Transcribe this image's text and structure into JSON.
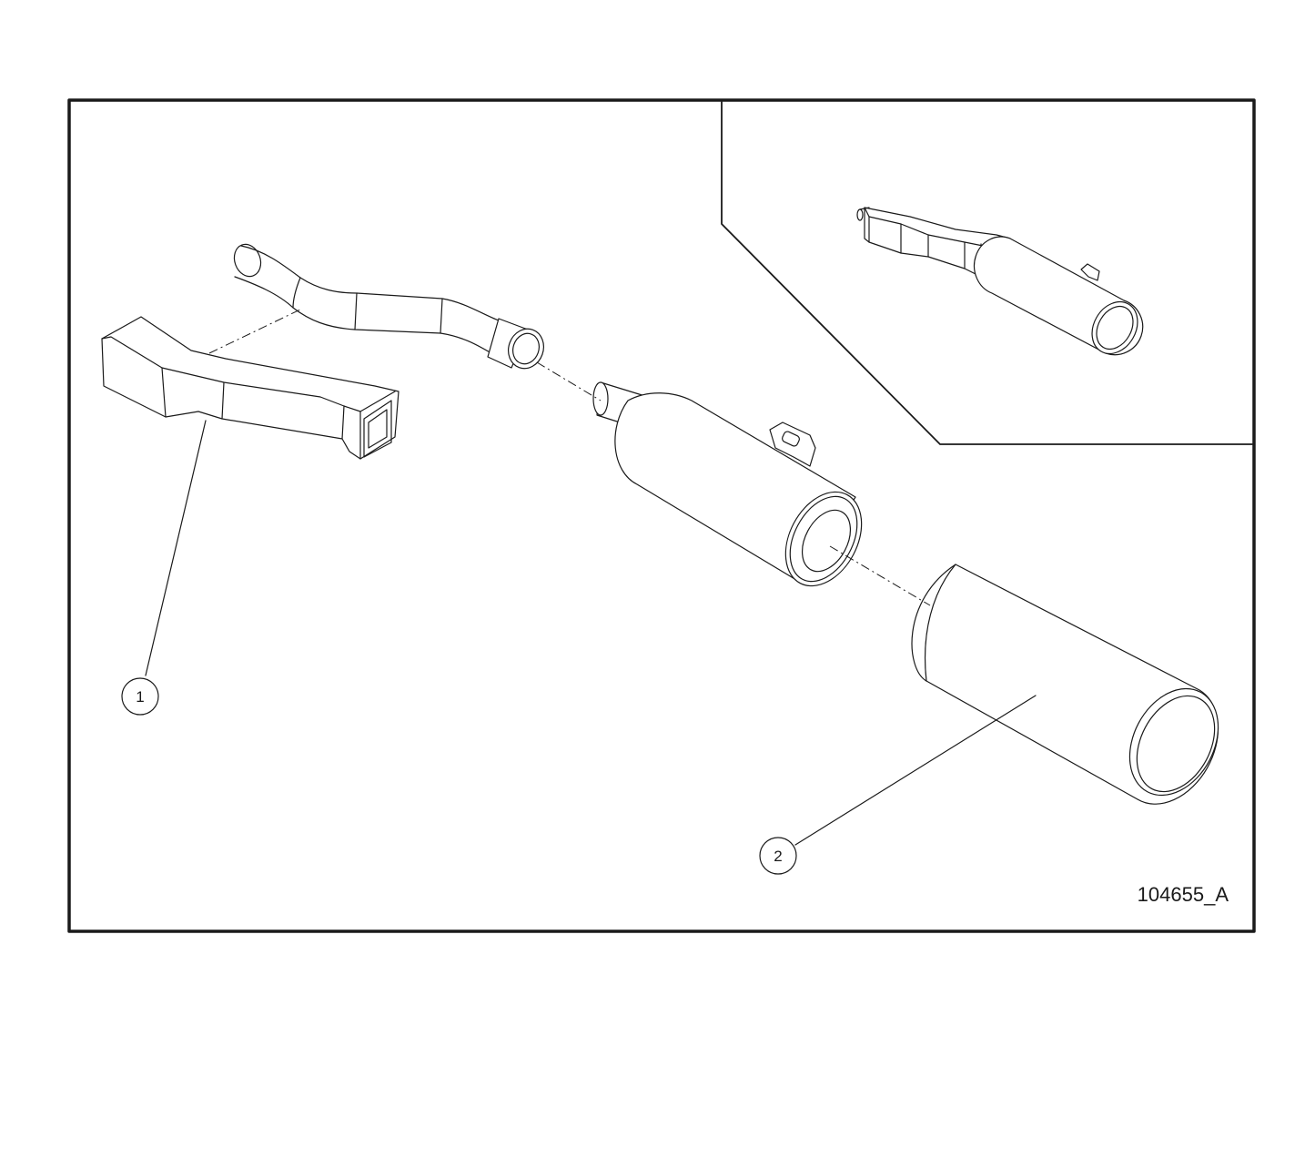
{
  "figure": {
    "id_label": "104655_A"
  },
  "callouts": [
    {
      "number": "1",
      "part": "heat-shield-header-cover"
    },
    {
      "number": "2",
      "part": "muffler-heat-shield"
    }
  ],
  "colors": {
    "ink": "#1a1a1a",
    "paper": "#ffffff"
  }
}
